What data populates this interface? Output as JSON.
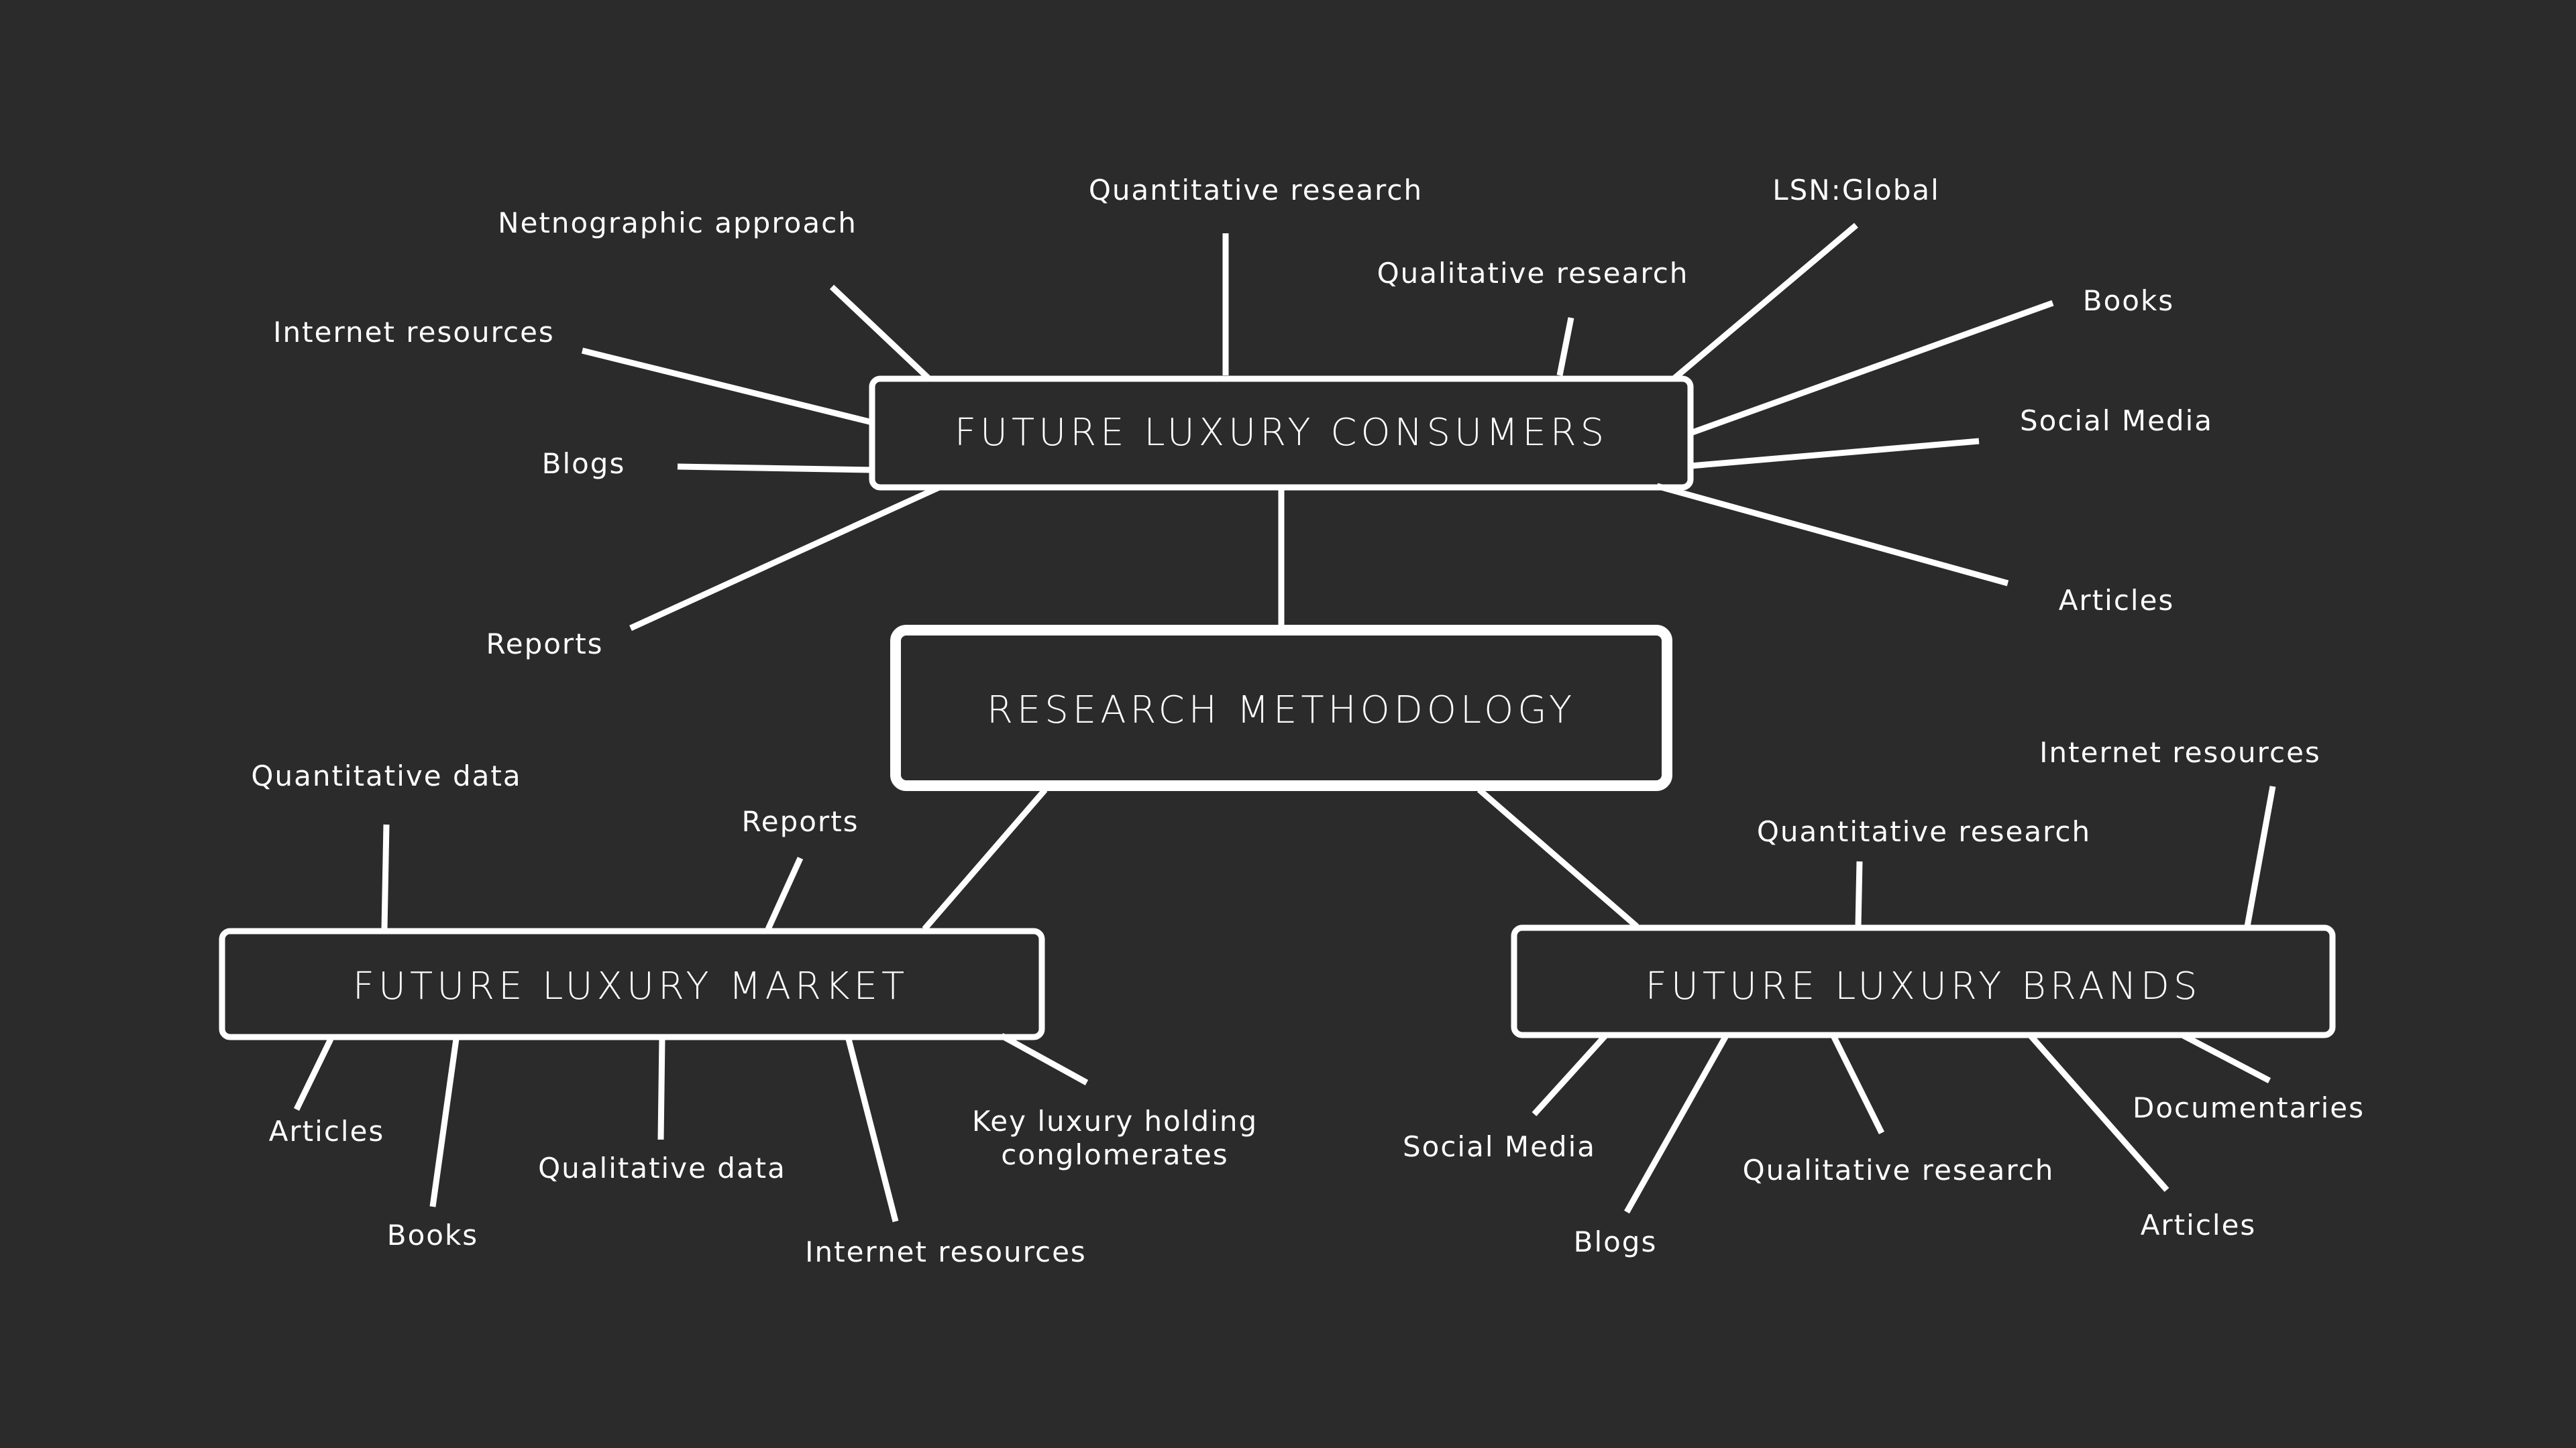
{
  "colors": {
    "background": "#2b2b2b",
    "foreground": "#ffffff"
  },
  "hubs": {
    "consumers": "FUTURE LUXURY CONSUMERS",
    "methodology": "RESEARCH METHODOLOGY",
    "market": "FUTURE LUXURY MARKET",
    "brands": "FUTURE LUXURY BRANDS"
  },
  "consumers_leaves": {
    "netnographic": "Netnographic approach",
    "quantitative": "Quantitative research",
    "qualitative": "Qualitative research",
    "lsn": "LSN:Global",
    "internet": "Internet resources",
    "blogs": "Blogs",
    "reports": "Reports",
    "books": "Books",
    "social": "Social Media",
    "articles": "Articles"
  },
  "market_leaves": {
    "quant_data": "Quantitative data",
    "reports": "Reports",
    "articles": "Articles",
    "books": "Books",
    "qual_data": "Qualitative data",
    "internet": "Internet resources",
    "key_line1": "Key luxury holding",
    "key_line2": "conglomerates"
  },
  "brands_leaves": {
    "internet": "Internet resources",
    "quantitative": "Quantitative research",
    "social": "Social Media",
    "blogs": "Blogs",
    "qualitative": "Qualitative research",
    "documentaries": "Documentaries",
    "articles": "Articles"
  }
}
